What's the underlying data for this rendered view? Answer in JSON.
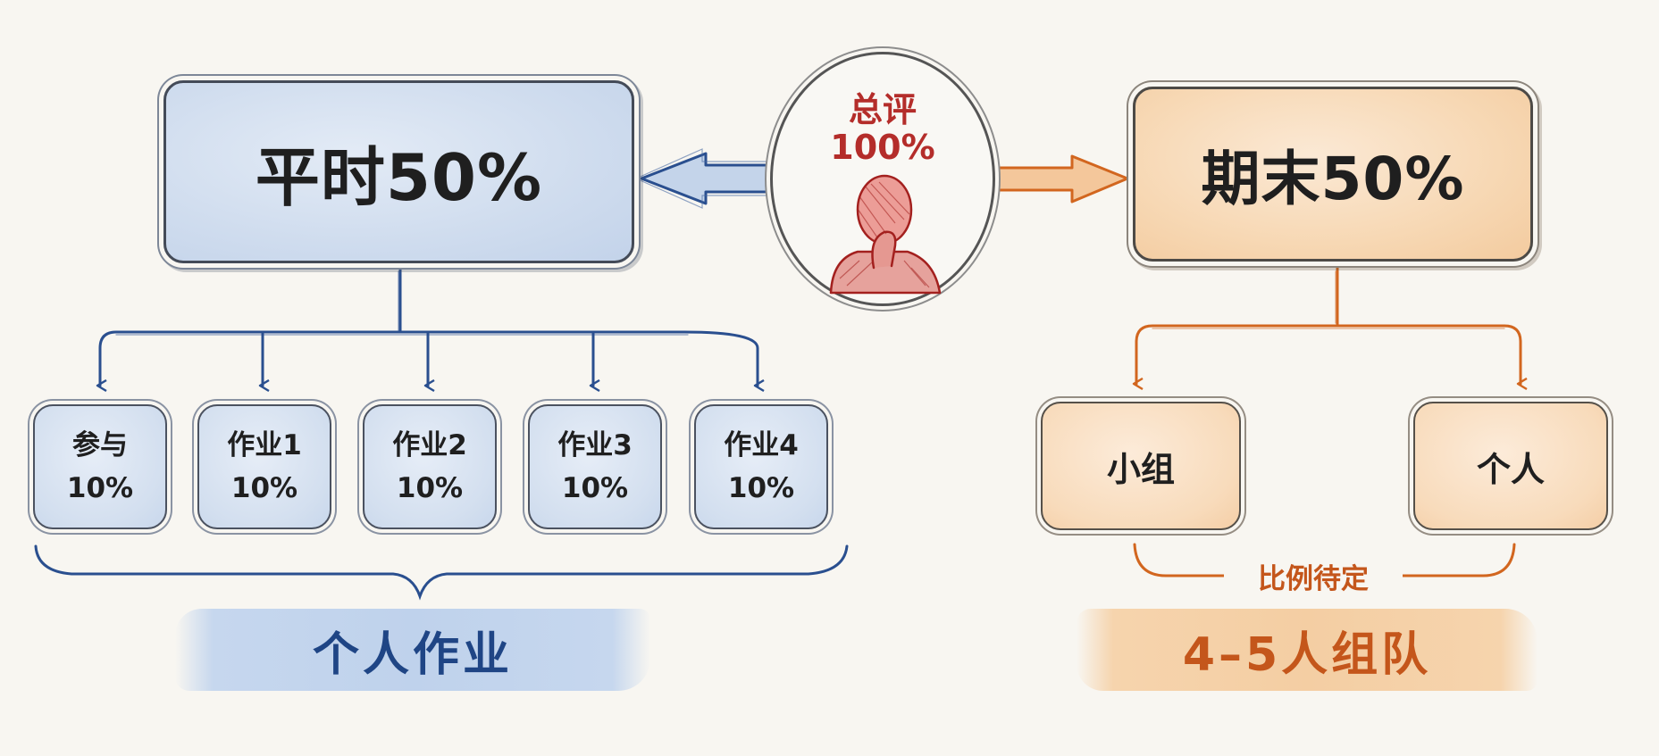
{
  "center": {
    "line1": "总评",
    "line2": "100%"
  },
  "left": {
    "main": "平时50%",
    "items": [
      {
        "name": "参与",
        "pct": "10%"
      },
      {
        "name": "作业1",
        "pct": "10%"
      },
      {
        "name": "作业2",
        "pct": "10%"
      },
      {
        "name": "作业3",
        "pct": "10%"
      },
      {
        "name": "作业4",
        "pct": "10%"
      }
    ],
    "footer": "个人作业"
  },
  "right": {
    "main": "期末50%",
    "items": [
      {
        "name": "小组"
      },
      {
        "name": "个人"
      }
    ],
    "note": "比例待定",
    "footer": "4–5人组队"
  },
  "colors": {
    "blue": "#2a4f8f",
    "orange": "#d2661f",
    "red": "#b42d2a"
  },
  "icons": {
    "center": "thinking-person-icon"
  }
}
